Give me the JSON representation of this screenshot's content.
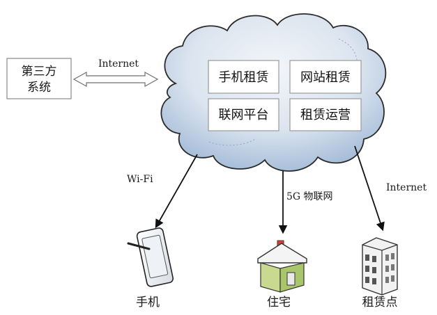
{
  "third_party": {
    "line1": "第三方",
    "line2": "系统"
  },
  "link_internet_left": "Internet",
  "cloud": {
    "services": [
      "手机租赁",
      "网站租赁",
      "联网平台",
      "租赁运营"
    ]
  },
  "links": {
    "wifi": "Wi-Fi",
    "iot": "5G 物联网",
    "internet_right": "Internet"
  },
  "devices": {
    "phone": "手机",
    "house": "住宅",
    "store": "租赁点"
  },
  "colors": {
    "cloud_top": "#e9eef5",
    "cloud_bottom": "#a9c1dc",
    "house_wall": "#a9c66b",
    "house_roof": "#f4f4f4",
    "chimney": "#c8443c"
  }
}
